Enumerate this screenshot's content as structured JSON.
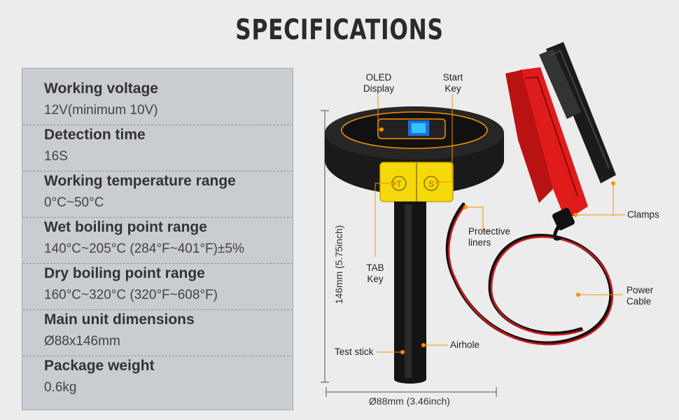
{
  "title": "SPECIFICATIONS",
  "specs": [
    {
      "label": "Working voltage",
      "value": "12V(minimum 10V)"
    },
    {
      "label": "Detection time",
      "value": "16S"
    },
    {
      "label": "Working temperature range",
      "value": "0°C~50°C"
    },
    {
      "label": "Wet boiling point range",
      "value": "140°C~205°C (284°F~401°F)±5%"
    },
    {
      "label": "Dry boiling point range",
      "value": "160°C~320°C (320°F~608°F)"
    },
    {
      "label": "Main unit dimensions",
      "value": "Ø88x146mm"
    },
    {
      "label": "Package weight",
      "value": "0.6kg"
    }
  ],
  "callouts": {
    "oled_line1": "OLED",
    "oled_line2": "Display",
    "start_line1": "Start",
    "start_line2": "Key",
    "tab_line1": "TAB",
    "tab_line2": "Key",
    "protective_line1": "Protective",
    "protective_line2": "liners",
    "clamps": "Clamps",
    "power_line1": "Power",
    "power_line2": "Cable",
    "test_stick": "Test stick",
    "airhole": "Airhole"
  },
  "dimensions": {
    "height": "146mm (5.75inch)",
    "width": "Ø88mm (3.46inch)"
  },
  "colors": {
    "accent": "#f39200",
    "key_yellow": "#f5d90a",
    "clamp_red": "#e01b1b",
    "body_black": "#1a1a1a"
  }
}
